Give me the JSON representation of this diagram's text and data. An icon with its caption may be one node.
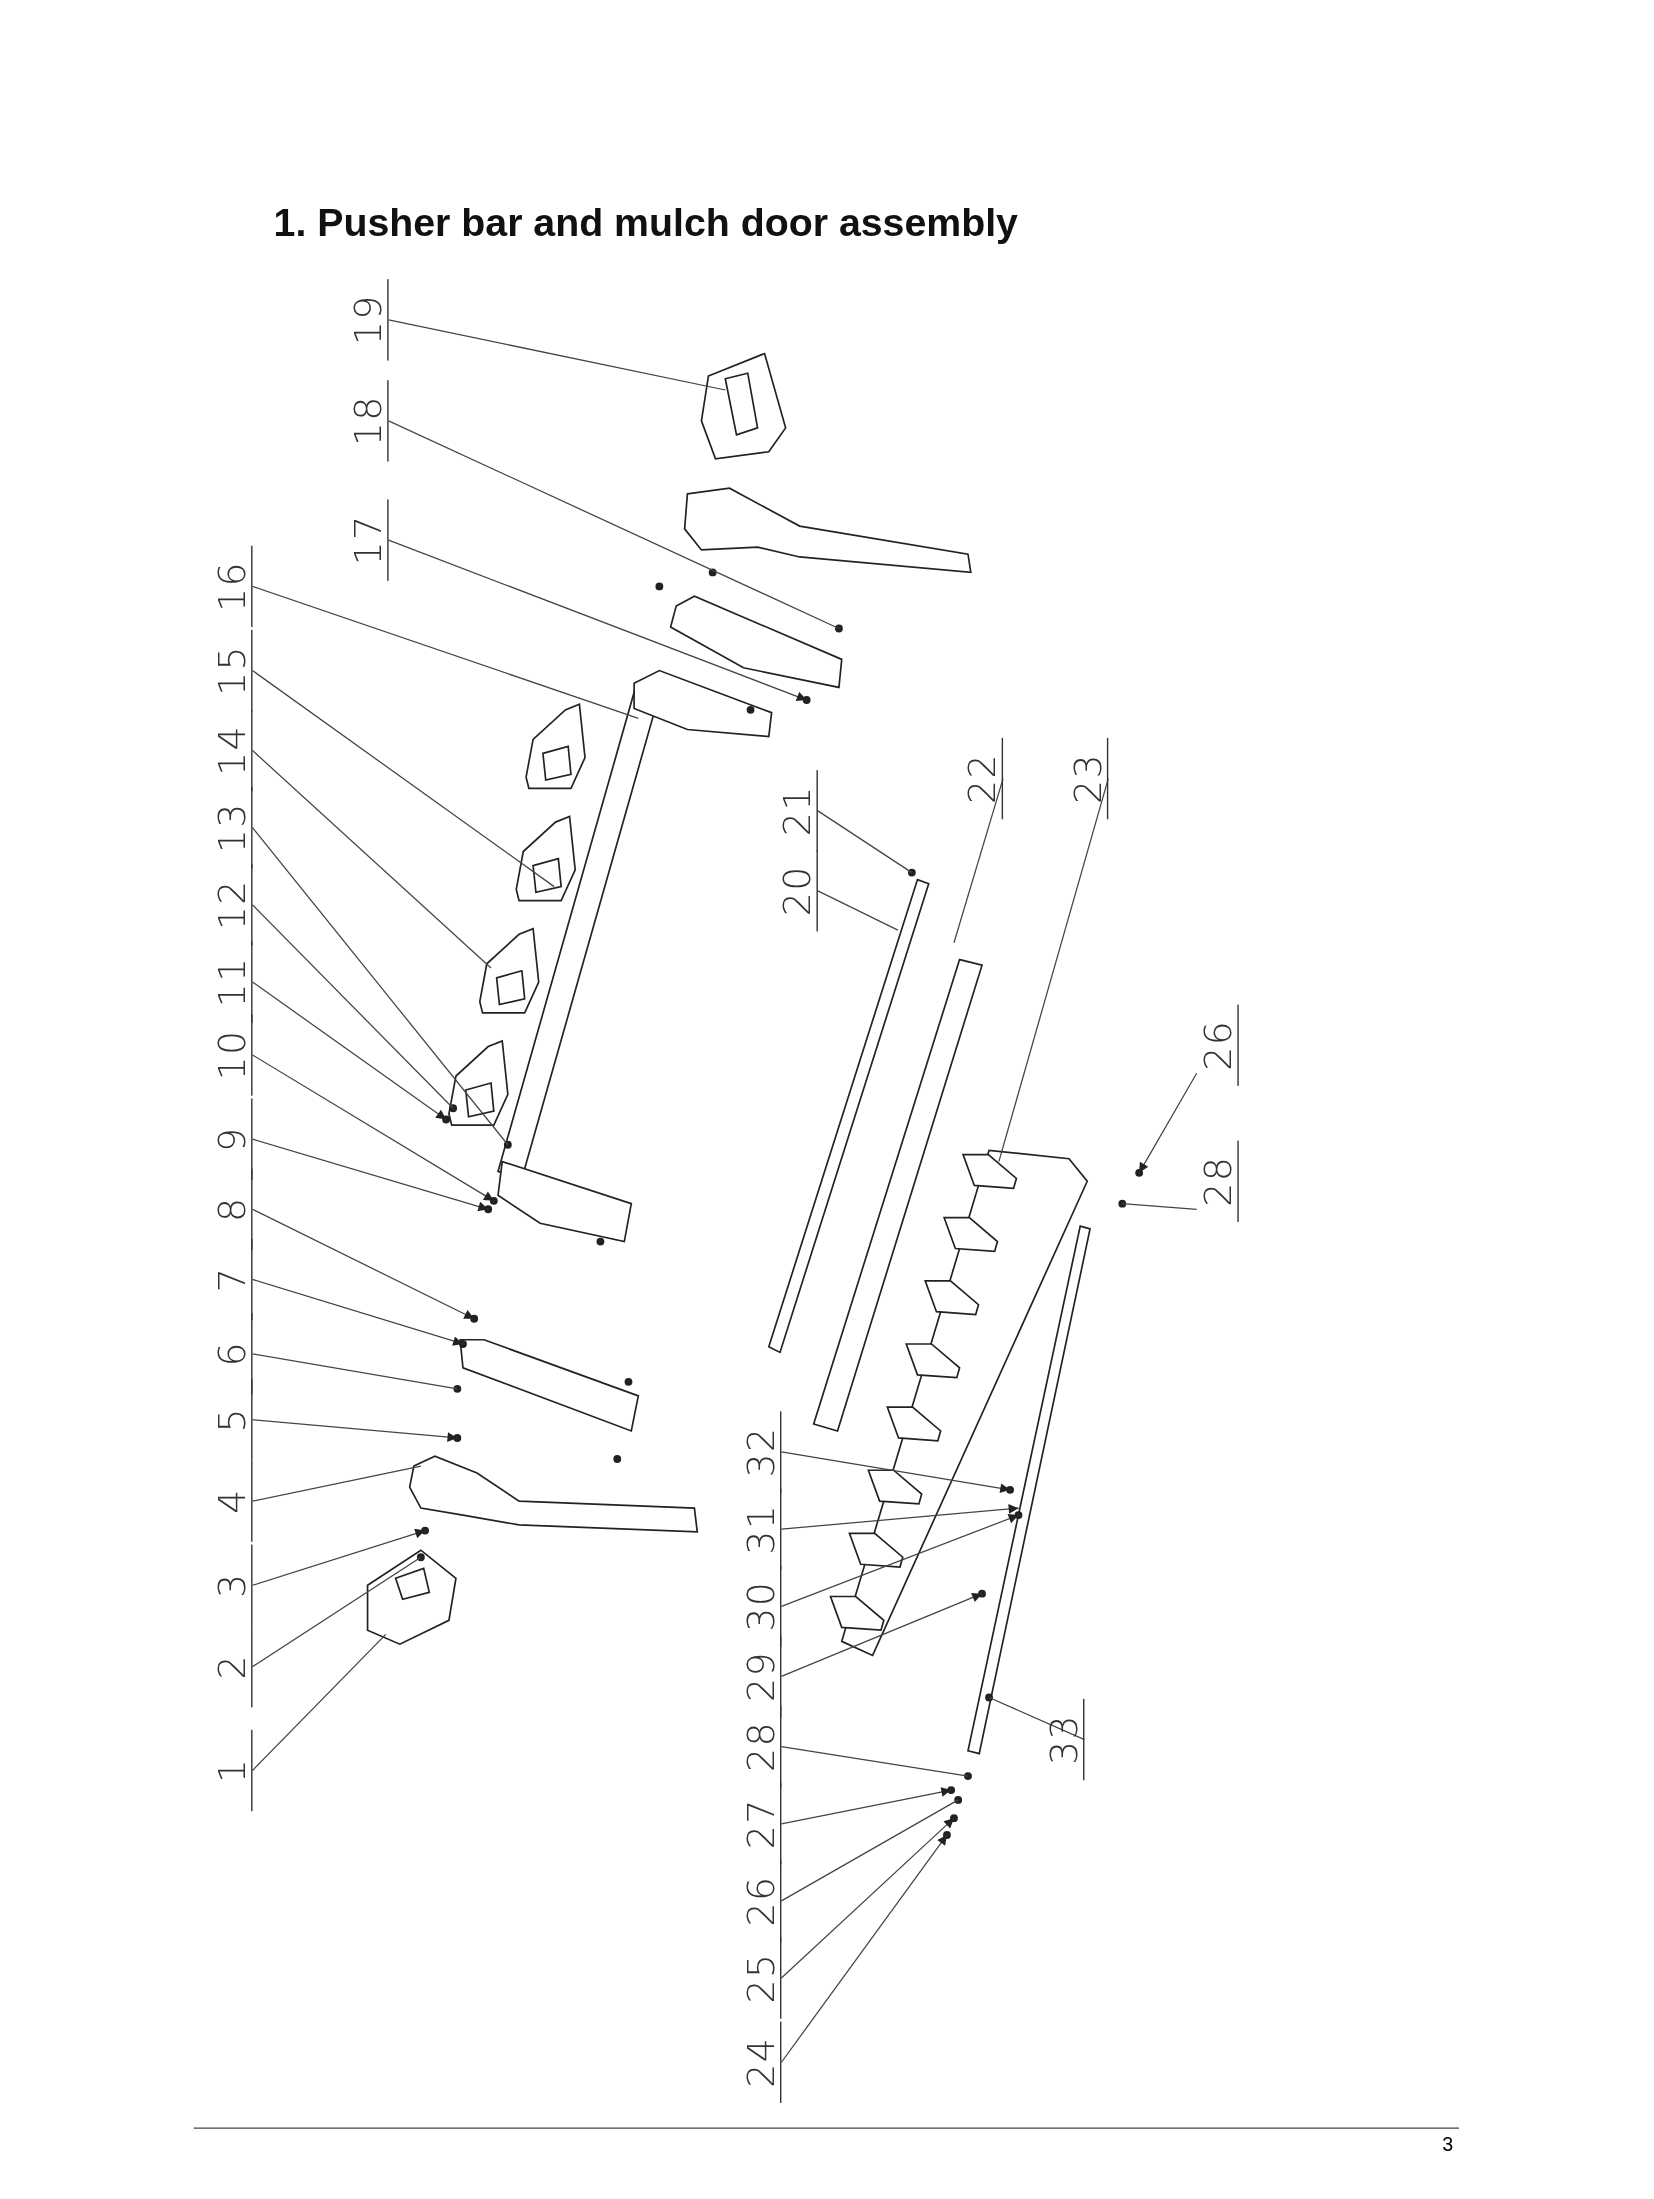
{
  "diagram": {
    "title": "1. Pusher bar and mulch door assembly",
    "nodes": [
      {
        "text": [
          "1"
        ]
      },
      {
        "text": [
          "2"
        ]
      },
      {
        "text": [
          "3"
        ]
      },
      {
        "text": [
          "4"
        ]
      },
      {
        "text": [
          "5"
        ]
      },
      {
        "text": [
          "6"
        ]
      },
      {
        "text": [
          "7"
        ]
      },
      {
        "text": [
          "8"
        ]
      },
      {
        "text": [
          "9"
        ]
      },
      {
        "text": [
          "10"
        ]
      },
      {
        "text": [
          "11"
        ]
      },
      {
        "text": [
          "12"
        ]
      },
      {
        "text": [
          "13"
        ]
      },
      {
        "text": [
          "14"
        ]
      },
      {
        "text": [
          "15"
        ]
      },
      {
        "text": [
          "16"
        ]
      },
      {
        "text": [
          "17"
        ]
      },
      {
        "text": [
          "18"
        ]
      },
      {
        "text": [
          "19"
        ]
      },
      {
        "text": [
          "20"
        ]
      },
      {
        "text": [
          "21"
        ]
      },
      {
        "text": [
          "22"
        ]
      },
      {
        "text": [
          "23"
        ]
      },
      {
        "text": [
          "26"
        ]
      },
      {
        "text": [
          "28"
        ]
      },
      {
        "text": [
          "24"
        ]
      },
      {
        "text": [
          "25"
        ]
      },
      {
        "text": [
          "26"
        ]
      },
      {
        "text": [
          "27"
        ]
      },
      {
        "text": [
          "28"
        ]
      },
      {
        "text": [
          "29"
        ]
      },
      {
        "text": [
          "30"
        ]
      },
      {
        "text": [
          "31"
        ]
      },
      {
        "text": [
          "32"
        ]
      },
      {
        "text": [
          "33"
        ]
      }
    ],
    "edges": [
      {
        "from": 0,
        "to": null,
        "arrow": "none"
      },
      {
        "from": 1,
        "to": null,
        "arrow": "none"
      },
      {
        "from": 2,
        "to": null,
        "arrow": "to"
      },
      {
        "from": 3,
        "to": null,
        "arrow": "none"
      },
      {
        "from": 4,
        "to": null,
        "arrow": "to"
      },
      {
        "from": 5,
        "to": null,
        "arrow": "none"
      },
      {
        "from": 6,
        "to": null,
        "arrow": "to"
      },
      {
        "from": 7,
        "to": null,
        "arrow": "to"
      },
      {
        "from": 8,
        "to": null,
        "arrow": "to"
      },
      {
        "from": 9,
        "to": null,
        "arrow": "to"
      },
      {
        "from": 10,
        "to": null,
        "arrow": "to"
      },
      {
        "from": 11,
        "to": null,
        "arrow": "none"
      },
      {
        "from": 12,
        "to": null,
        "arrow": "none"
      },
      {
        "from": 13,
        "to": null,
        "arrow": "none"
      },
      {
        "from": 14,
        "to": null,
        "arrow": "none"
      },
      {
        "from": 15,
        "to": null,
        "arrow": "none"
      },
      {
        "from": 16,
        "to": null,
        "arrow": "to"
      },
      {
        "from": 17,
        "to": null,
        "arrow": "none"
      },
      {
        "from": 18,
        "to": null,
        "arrow": "none"
      },
      {
        "from": 19,
        "to": null,
        "arrow": "none"
      },
      {
        "from": 20,
        "to": null,
        "arrow": "none"
      },
      {
        "from": 21,
        "to": null,
        "arrow": "none"
      },
      {
        "from": 22,
        "to": null,
        "arrow": "none"
      },
      {
        "from": 23,
        "to": null,
        "arrow": "to"
      },
      {
        "from": 24,
        "to": null,
        "arrow": "none"
      },
      {
        "from": 25,
        "to": null,
        "arrow": "to"
      },
      {
        "from": 26,
        "to": null,
        "arrow": "to"
      },
      {
        "from": 27,
        "to": null,
        "arrow": "none"
      },
      {
        "from": 28,
        "to": null,
        "arrow": "to"
      },
      {
        "from": 29,
        "to": null,
        "arrow": "none"
      },
      {
        "from": 30,
        "to": null,
        "arrow": "to"
      },
      {
        "from": 31,
        "to": null,
        "arrow": "to"
      },
      {
        "from": 32,
        "to": null,
        "arrow": "to"
      },
      {
        "from": 33,
        "to": null,
        "arrow": "to"
      },
      {
        "from": 34,
        "to": null,
        "arrow": "none"
      }
    ],
    "labels": [
      "3"
    ]
  }
}
